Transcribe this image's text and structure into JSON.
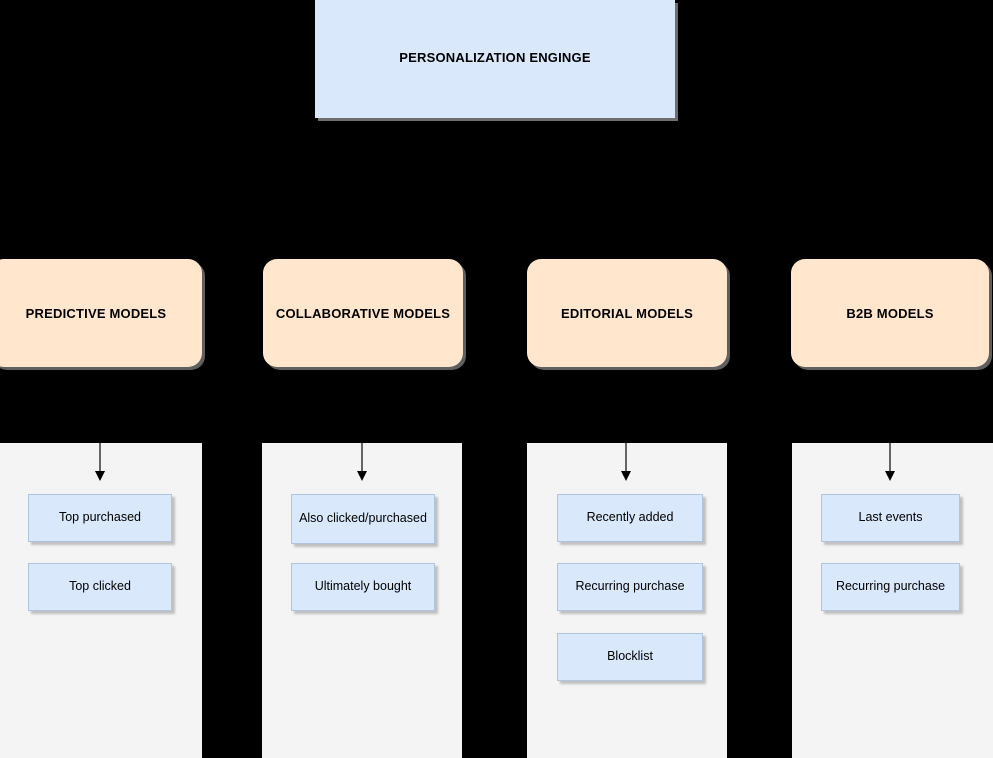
{
  "diagram": {
    "title": "PERSONALIZATION ENGINGE",
    "colors": {
      "background": "#000000",
      "engine_fill": "#dae8fc",
      "model_fill": "#ffe6cc",
      "panel_fill": "#f4f4f4",
      "leaf_fill": "#dae8fc",
      "arrow_shaft": "#666666",
      "arrow_head": "#000000"
    },
    "engine": {
      "label": "PERSONALIZATION ENGINGE"
    },
    "models": [
      {
        "label": "PREDICTIVE MODELS"
      },
      {
        "label": "COLLABORATIVE MODELS"
      },
      {
        "label": "EDITORIAL MODELS"
      },
      {
        "label": "B2B MODELS"
      }
    ],
    "columns": [
      {
        "model": "PREDICTIVE MODELS",
        "items": [
          {
            "label": "Top purchased"
          },
          {
            "label": "Top clicked"
          }
        ]
      },
      {
        "model": "COLLABORATIVE MODELS",
        "items": [
          {
            "label": "Also clicked/purchased"
          },
          {
            "label": "Ultimately bought"
          }
        ]
      },
      {
        "model": "EDITORIAL MODELS",
        "items": [
          {
            "label": "Recently added"
          },
          {
            "label": "Recurring purchase"
          },
          {
            "label": "Blocklist"
          }
        ]
      },
      {
        "model": "B2B MODELS",
        "items": [
          {
            "label": "Last events"
          },
          {
            "label": "Recurring purchase"
          }
        ]
      }
    ]
  }
}
